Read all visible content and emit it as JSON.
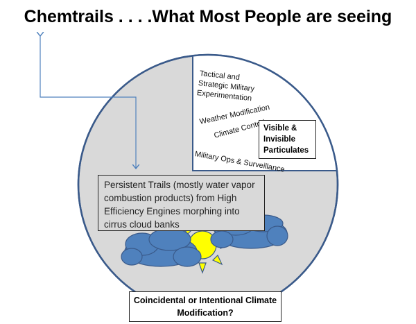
{
  "title": "Chemtrails . . . .What Most People are seeing",
  "wedge_labels": [
    "Tactical and",
    "Strategic Military",
    "Experimentation",
    "Weather Modification",
    "Climate Control",
    "Military Ops & Surveillance"
  ],
  "particulates_box": "Visible & Invisible Particulates",
  "trails_box": "Persistent Trails (mostly water vapor combustion products)  from High Efficiency Engines morphing into cirrus cloud banks",
  "question_box": "Coincidental or Intentional Climate Modification?",
  "colors": {
    "circle_fill": "#d9d9d9",
    "outline": "#3a5a8a",
    "cloud": "#4f81bd",
    "sun": "#ffff00",
    "arrow": "#4f81bd"
  }
}
